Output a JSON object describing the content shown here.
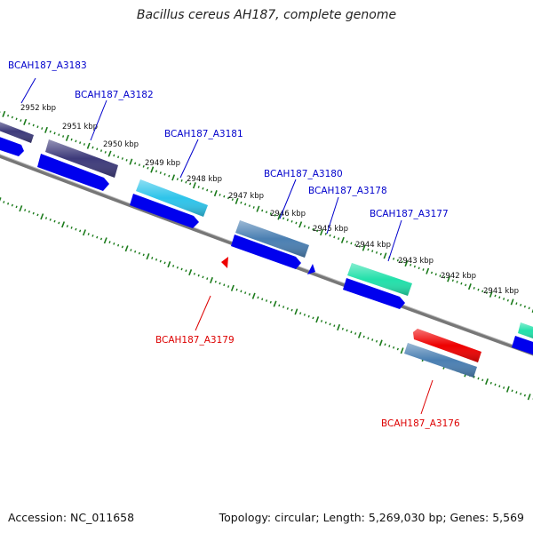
{
  "title": "Bacillus cereus AH187, complete genome",
  "footer": {
    "accession": "Accession: NC_011658",
    "summary": "Topology: circular; Length: 5,269,030 bp; Genes: 5,569"
  },
  "colors": {
    "backbone": "#777777",
    "tick": "#1a7a1a",
    "plus_label": "#0000cc",
    "minus_label": "#dd0000"
  },
  "kbp_labels": [
    "2952 kbp",
    "2951 kbp",
    "2950 kbp",
    "2949 kbp",
    "2948 kbp",
    "2947 kbp",
    "2946 kbp",
    "2945 kbp",
    "2944 kbp",
    "2943 kbp",
    "2942 kbp",
    "2941 kbp"
  ],
  "genes": [
    {
      "name": "BCAH187_A3183",
      "strand": "+",
      "color": "#3d3a7a"
    },
    {
      "name": "BCAH187_A3182",
      "strand": "+",
      "color": "#3d3a7a"
    },
    {
      "name": "BCAH187_A3181",
      "strand": "+",
      "color": "#2ec4ea"
    },
    {
      "name": "BCAH187_A3180",
      "strand": "+",
      "color": "#4477aa"
    },
    {
      "name": "BCAH187_A3178",
      "strand": "+",
      "color": "#0000ee"
    },
    {
      "name": "BCAH187_A3177",
      "strand": "+",
      "color": "#22ddaa"
    },
    {
      "name": "BCAH187_A3179",
      "strand": "-",
      "color": "#ee0000"
    },
    {
      "name": "BCAH187_A3176",
      "strand": "-",
      "color": "#4477aa"
    }
  ]
}
